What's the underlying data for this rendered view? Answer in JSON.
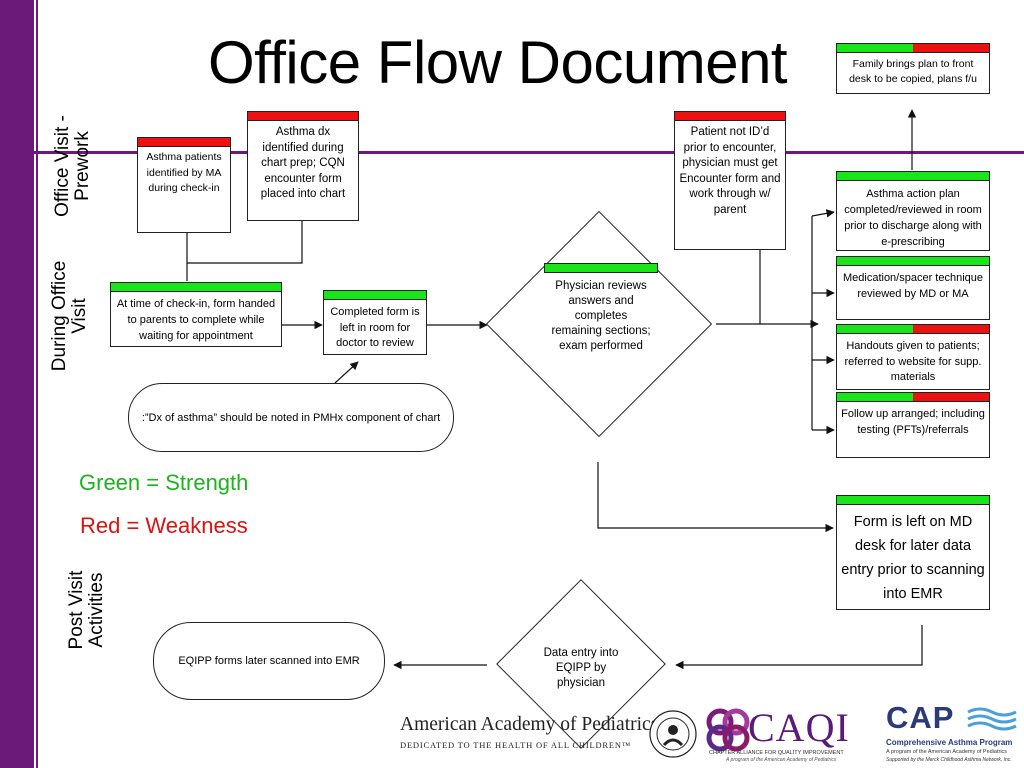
{
  "title": "Office Flow Document",
  "phases": {
    "prework": "Office Visit -\nPrework",
    "during": "During Office\nVisit",
    "post": "Post Visit\nActivities"
  },
  "boxes": {
    "asthma_patients": "Asthma patients identified by MA during check-in",
    "asthma_dx": "Asthma dx identified during chart prep; CQN encounter form placed into chart",
    "patient_not_id": "Patient not ID’d prior to encounter, physician must get Encounter form and work through w/ parent",
    "family_brings": "Family brings plan to front desk to be copied, plans f/u",
    "checkin_form": "At time of check-in, form handed to parents to complete while waiting for appointment",
    "completed_form": "Completed form is left in room for doctor to review",
    "physician_reviews": "Physician reviews answers and completes remaining sections; exam performed",
    "action_plan": "Asthma action plan completed/reviewed in room prior to discharge along with e-prescribing",
    "medication": "Medication/spacer technique reviewed by MD or MA",
    "handouts": "Handouts given to patients; referred to website for supp. materials",
    "follow_up": "Follow up arranged; including testing (PFTs)/referrals",
    "form_left": "Form is left on MD desk for later data entry prior to scanning into EMR",
    "data_entry": "Data entry into EQIPP by physician",
    "eqipp_scanned": "EQIPP forms later scanned into EMR",
    "dx_note": ":”Dx of asthma” should be noted in PMHx component of chart"
  },
  "legend": {
    "green": "Green = Strength",
    "red": "Red = Weakness",
    "green_color": "#1db31d",
    "red_color": "#e01010"
  },
  "colors": {
    "strength": "#19e619",
    "weakness": "#ee1111",
    "accent": "#6b1a7a"
  },
  "logos": {
    "aap_name": "American Academy of Pediatrics",
    "aap_tagline": "DEDICATED TO THE HEALTH OF ALL CHILDREN™",
    "caqi_name": "CAQI",
    "caqi_sub": "CHAPTER ALLIANCE FOR QUALITY IMPROVEMENT",
    "caqi_sub2": "A program of the American Academy of Pediatrics",
    "cap_name": "CAP",
    "cap_sub": "Comprehensive Asthma Program",
    "cap_sub2": "A program of the American Academy of Pediatrics",
    "cap_sub3": "Supported by the Merck Childhood Asthma Network, Inc."
  }
}
